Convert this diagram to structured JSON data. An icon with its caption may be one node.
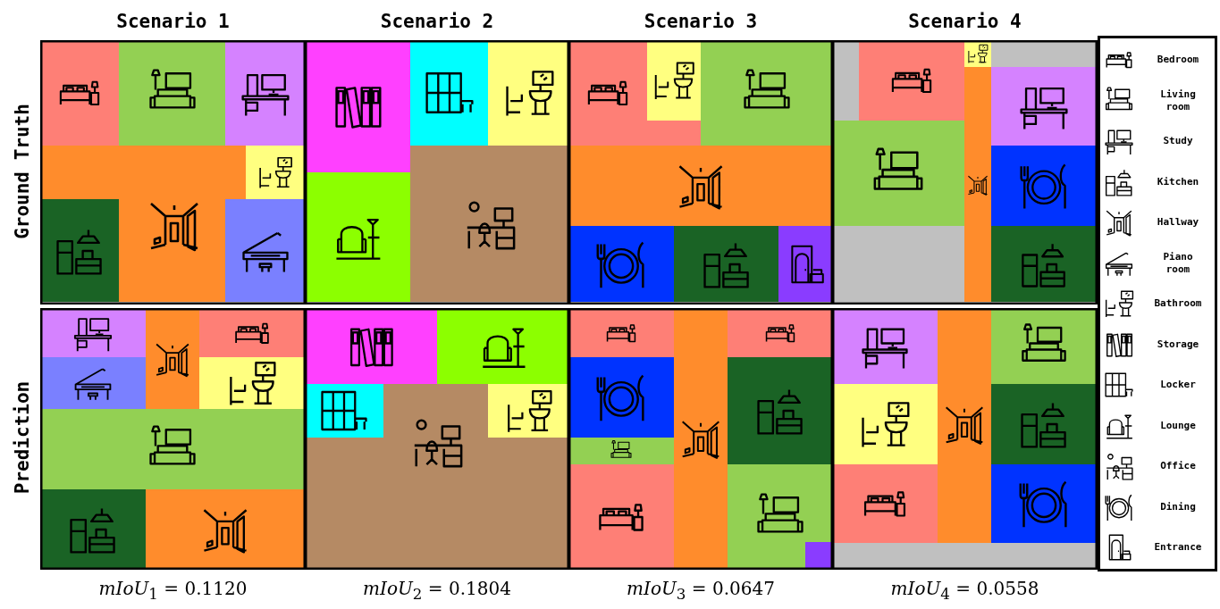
{
  "diagram": {
    "labels": [
      "Scenario 1",
      "Scenario 2",
      "Scenario 3",
      "Scenario 4",
      "Ground Truth",
      "Prediction",
      "*mIoU*$_{1}$ = 0.1120",
      "*mIoU*$_{2}$ = 0.1804",
      "*mIoU*$_{3}$ = 0.0647",
      "*mIoU*$_{4}$ = 0.0558"
    ],
    "legend": [
      {
        "text": "Bedroom"
      },
      {
        "text": "Living room"
      },
      {
        "text": "Study"
      },
      {
        "text": "Kitchen"
      },
      {
        "text": "Hallway"
      },
      {
        "text": "Piano room"
      },
      {
        "text": "Bathroom"
      },
      {
        "text": "Storage"
      },
      {
        "text": "Locker"
      },
      {
        "text": "Lounge"
      },
      {
        "text": "Office"
      },
      {
        "text": "Dining"
      },
      {
        "text": "Entrance"
      }
    ]
  }
}
